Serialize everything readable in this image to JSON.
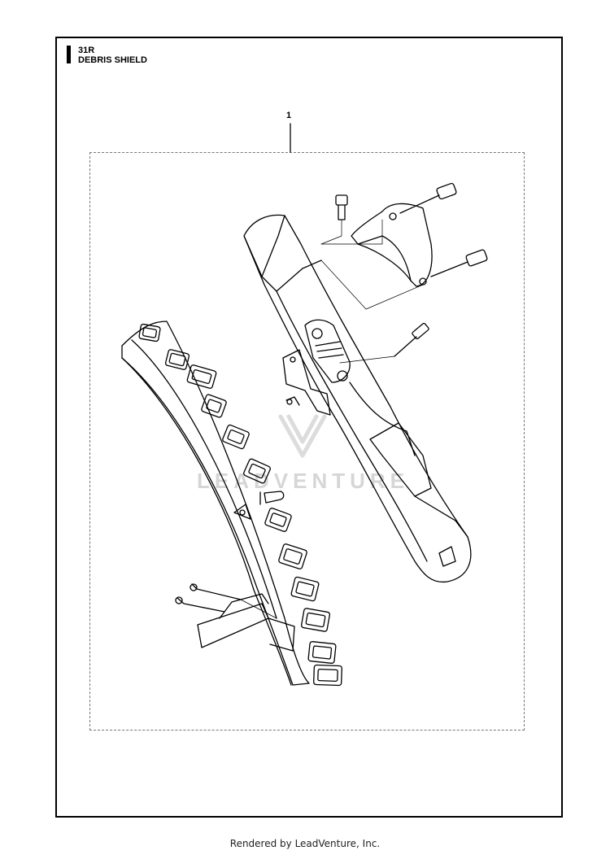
{
  "header": {
    "model": "31R",
    "section_title": "DEBRIS SHIELD"
  },
  "diagram": {
    "callouts": [
      {
        "label": "1"
      }
    ]
  },
  "watermark": {
    "text": "LEADVENTURE"
  },
  "footer": {
    "text": "Rendered by LeadVenture, Inc."
  }
}
